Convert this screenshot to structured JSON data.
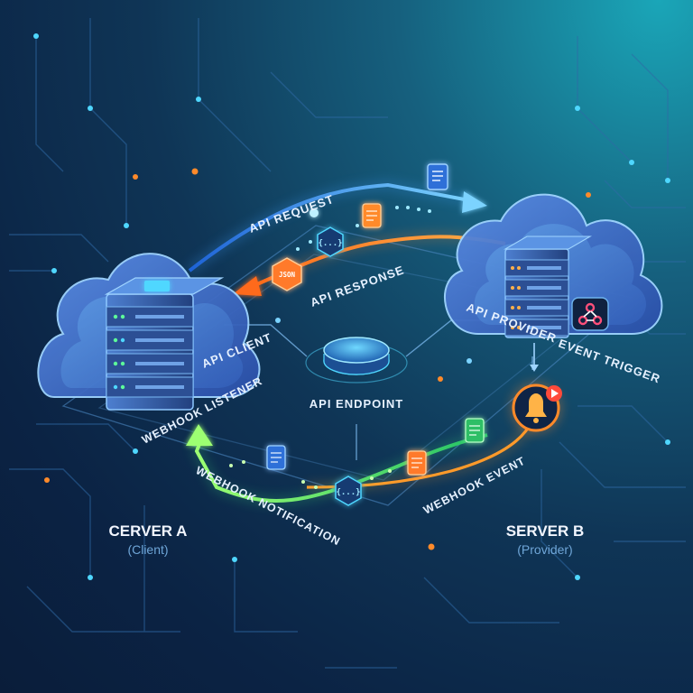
{
  "labels": {
    "api_request": "API REQUEST",
    "api_response": "API RESPONSE",
    "api_client": "API CLIENT",
    "webhook_listener": "WEBHOOK LISTENER",
    "api_endpoint": "API ENDPOINT",
    "api_provider": "API PROVIDER",
    "event_trigger": "EVENT TRIGGER",
    "webhook_notification": "WEBHOOK NOTIFICATION",
    "webhook_event": "WEBHOOK EVENT"
  },
  "servers": {
    "a": {
      "name": "CERVER A",
      "role": "(Client)"
    },
    "b": {
      "name": "SERVER B",
      "role": "(Provider)"
    }
  },
  "packets": {
    "json": "JSON",
    "braces": "{...}"
  },
  "colors": {
    "request_flow": "#3fa0ff",
    "response_flow": "#ff8a2a",
    "webhook_flow": "#3ee07a",
    "event_flow": "#ff9a2a",
    "node_glow": "#4fd7ff"
  },
  "icons": [
    "document-icon",
    "code-braces-icon",
    "json-icon",
    "bell-icon",
    "webhook-logo-icon"
  ]
}
